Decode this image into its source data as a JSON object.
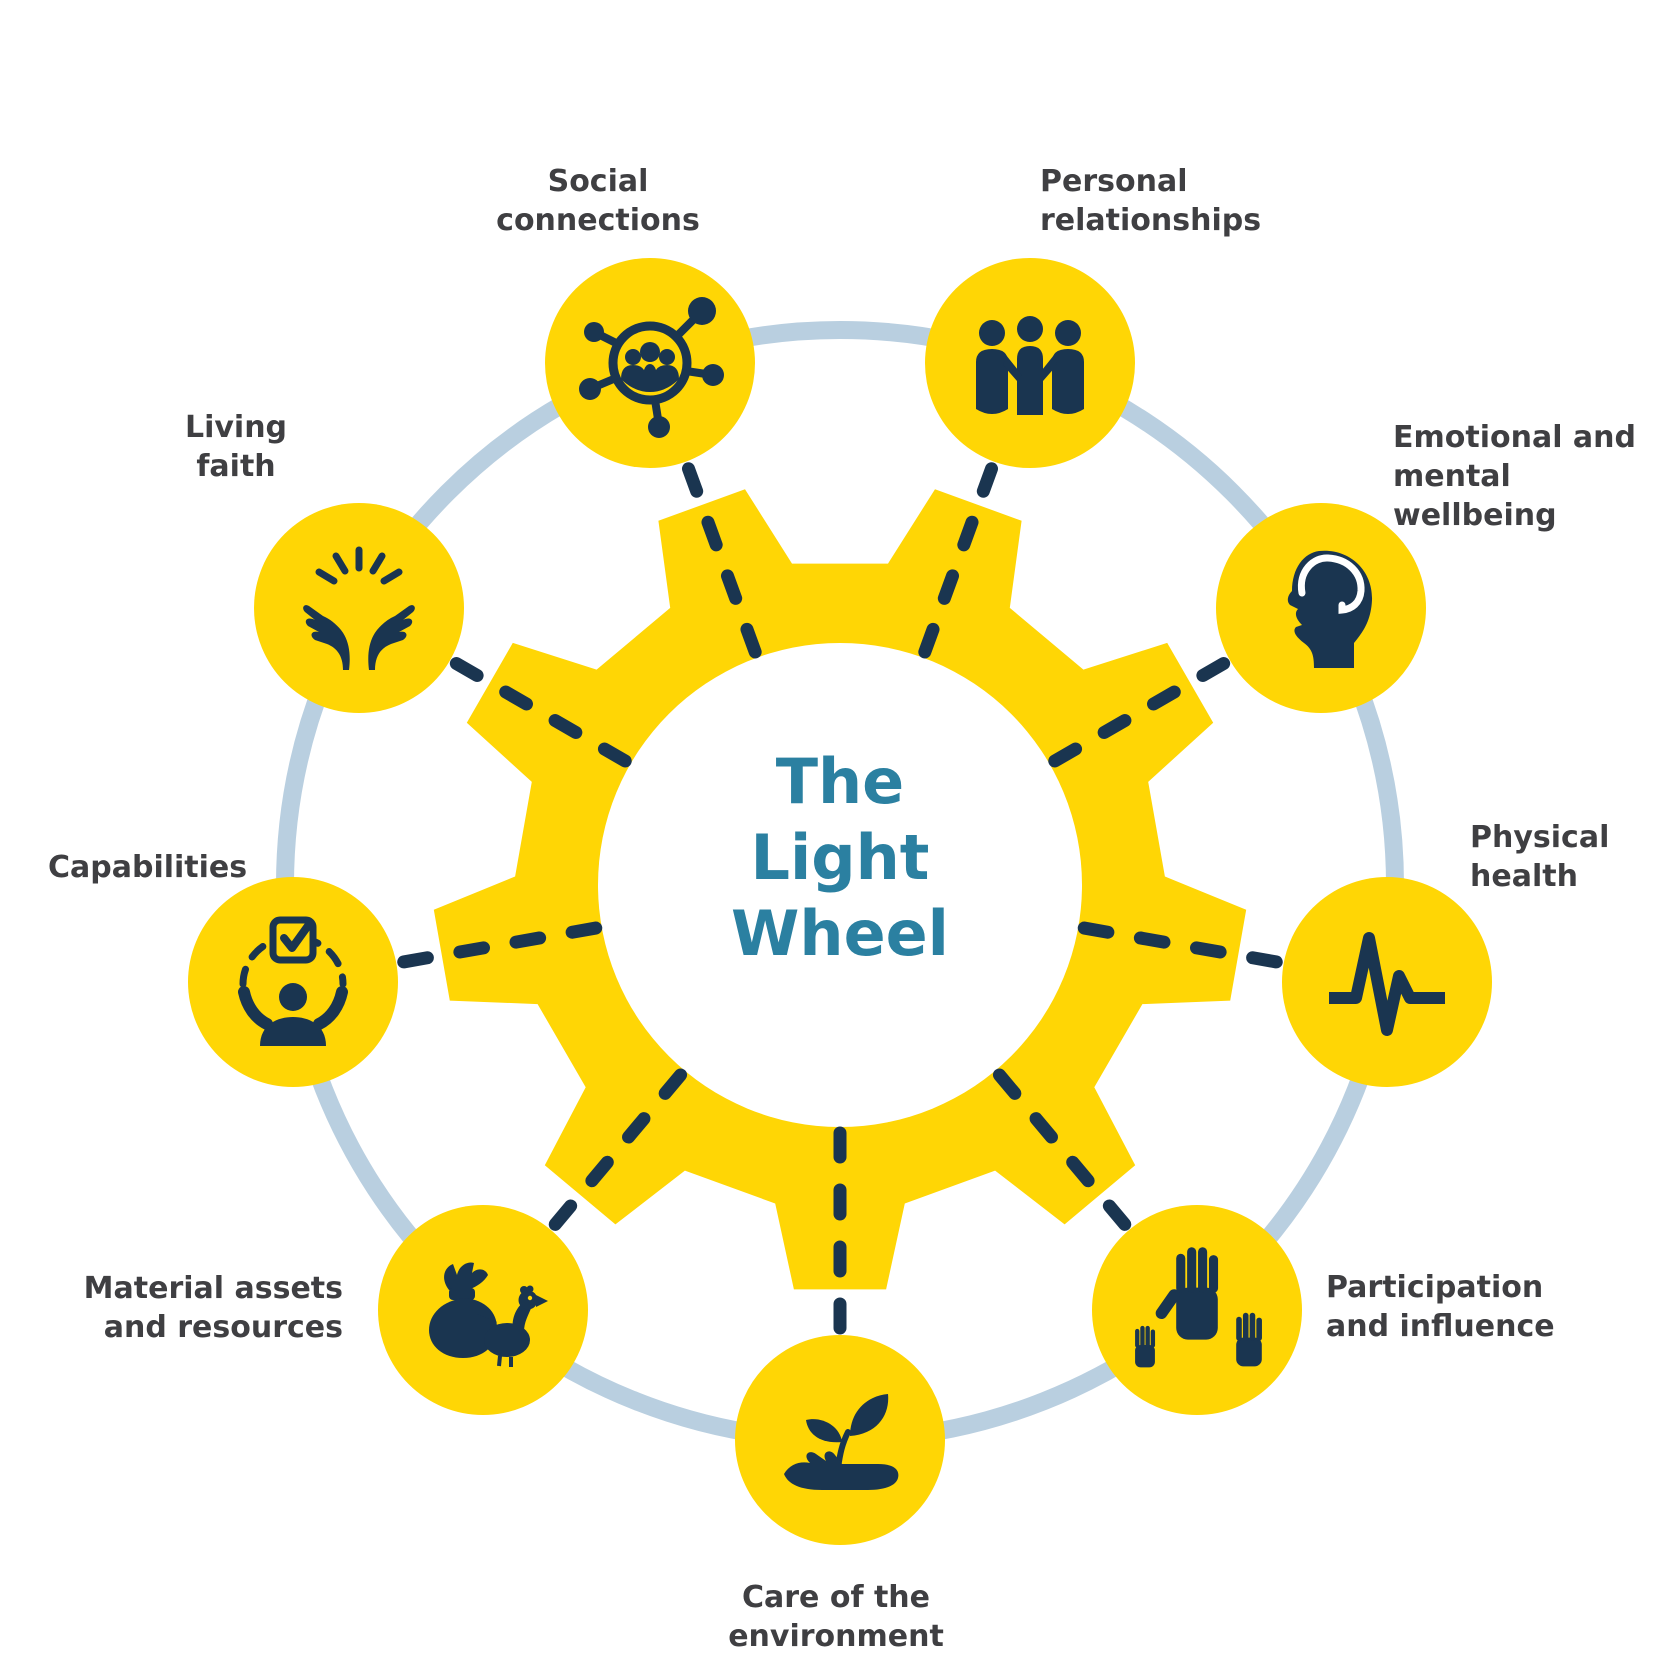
{
  "title": {
    "lines": [
      "The",
      "Light",
      "Wheel"
    ]
  },
  "colors": {
    "gear_yellow": "#FFD605",
    "icon_navy": "#1A3550",
    "title_teal": "#2B80A1",
    "ring_blue": "#B9CFE0",
    "label_gray": "#3F3F42",
    "background": "#FFFFFF"
  },
  "segments": [
    {
      "label": "Social\nconnections",
      "icon": "network-people-icon"
    },
    {
      "label": "Personal\nrelationships",
      "icon": "three-people-icon"
    },
    {
      "label": "Emotional and\nmental wellbeing",
      "icon": "head-brain-icon"
    },
    {
      "label": "Physical\nhealth",
      "icon": "heartbeat-icon"
    },
    {
      "label": "Participation\nand influence",
      "icon": "raised-hands-icon"
    },
    {
      "label": "Care of the\nenvironment",
      "icon": "hand-plant-icon"
    },
    {
      "label": "Material assets\nand resources",
      "icon": "money-bag-chicken-icon"
    },
    {
      "label": "Capabilities",
      "icon": "person-checkbox-icon"
    },
    {
      "label": "Living\nfaith",
      "icon": "open-hands-rays-icon"
    }
  ]
}
